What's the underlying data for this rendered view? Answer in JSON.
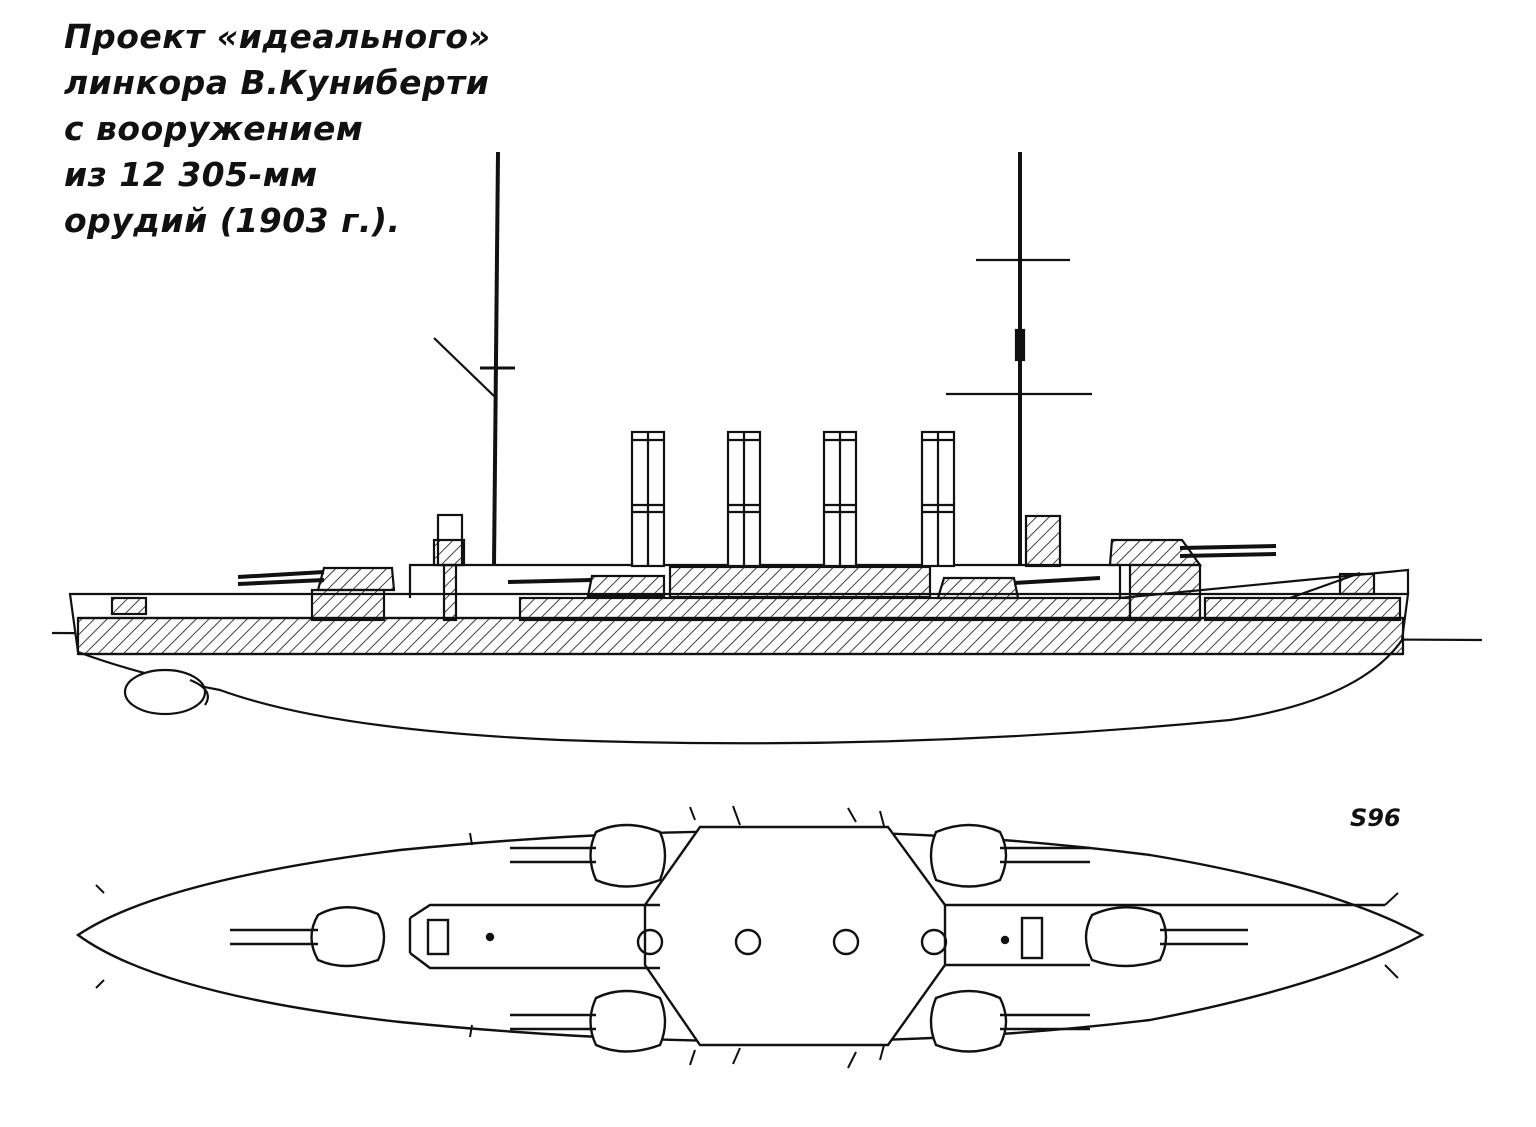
{
  "caption": {
    "line1": "Проект «идеального»",
    "line2": "линкора В.Куниберти",
    "line3": "с вооружением",
    "line4": "из 12 305-мм",
    "line5": "орудий (1903 г.)."
  },
  "signature": "S96",
  "colors": {
    "ink": "#111111",
    "paper": "#ffffff"
  }
}
